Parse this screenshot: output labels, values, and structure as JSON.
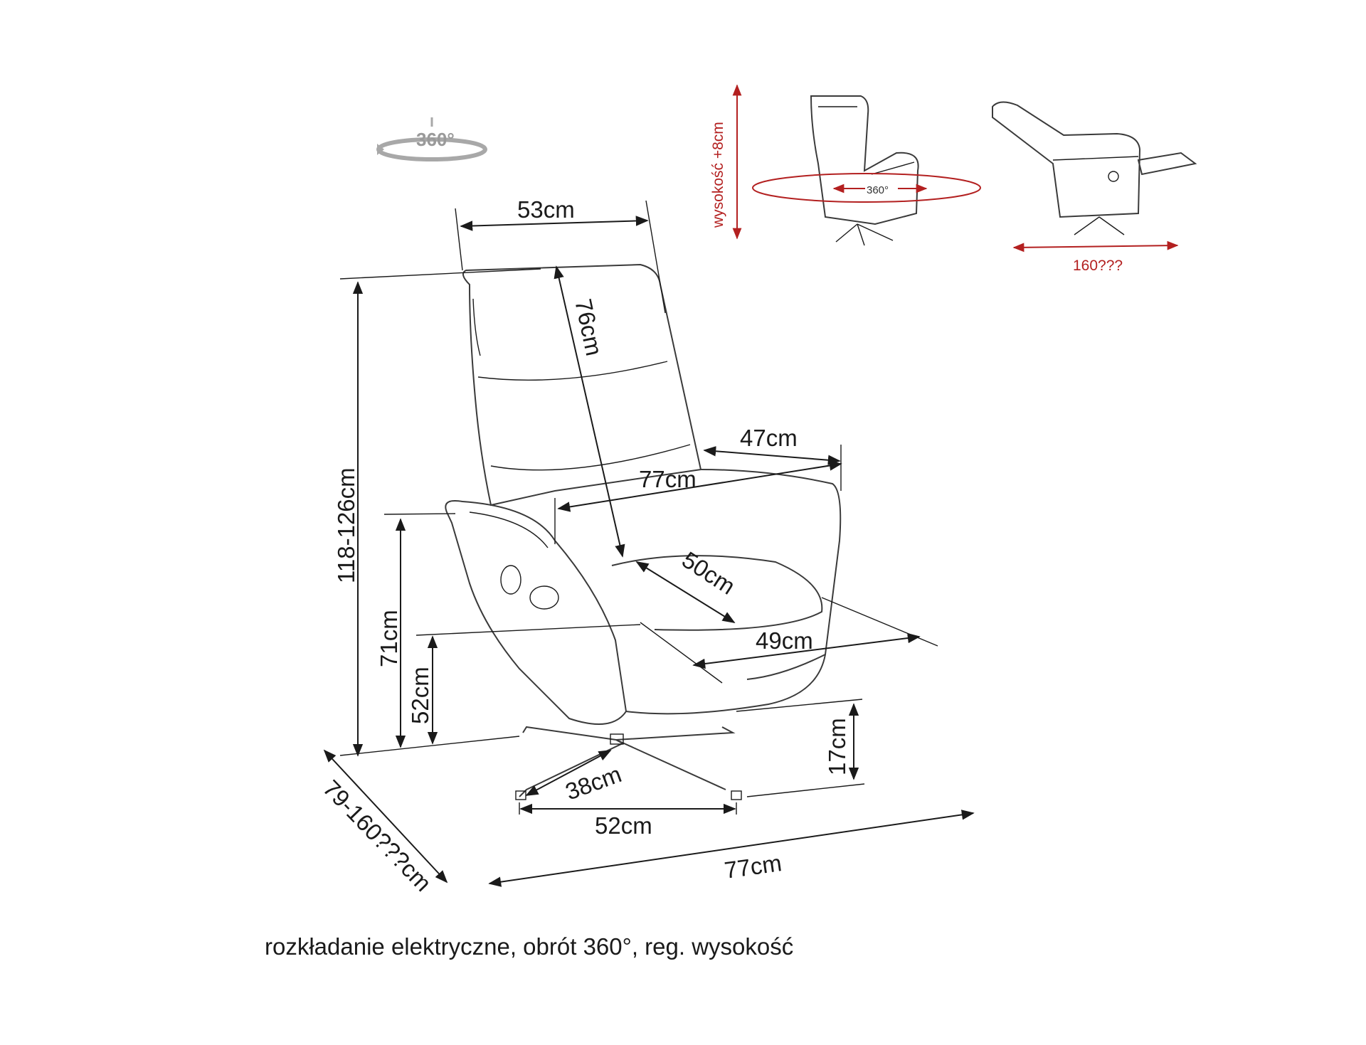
{
  "rotation_icon_label": "360°",
  "side_views": {
    "height_label": "wysokość +8cm",
    "rotation_label": "360°",
    "recline_label": "160???"
  },
  "dimensions": {
    "backrest_width": "53cm",
    "backrest_height": "76cm",
    "armrest_gap": "47cm",
    "overall_width_top": "77cm",
    "seat_depth": "50cm",
    "seat_width": "49cm",
    "total_height": "118-126cm",
    "armrest_height": "71cm",
    "seat_height": "52cm",
    "base_height": "17cm",
    "leg_length": "38cm",
    "base_width": "52cm",
    "overall_width_bottom": "77cm",
    "overall_depth": "79-160???cm"
  },
  "caption": "rozkładanie elektryczne, obrót 360°, reg. wysokość",
  "colors": {
    "accent_red": "#b32020",
    "line": "#1a1a1a"
  }
}
